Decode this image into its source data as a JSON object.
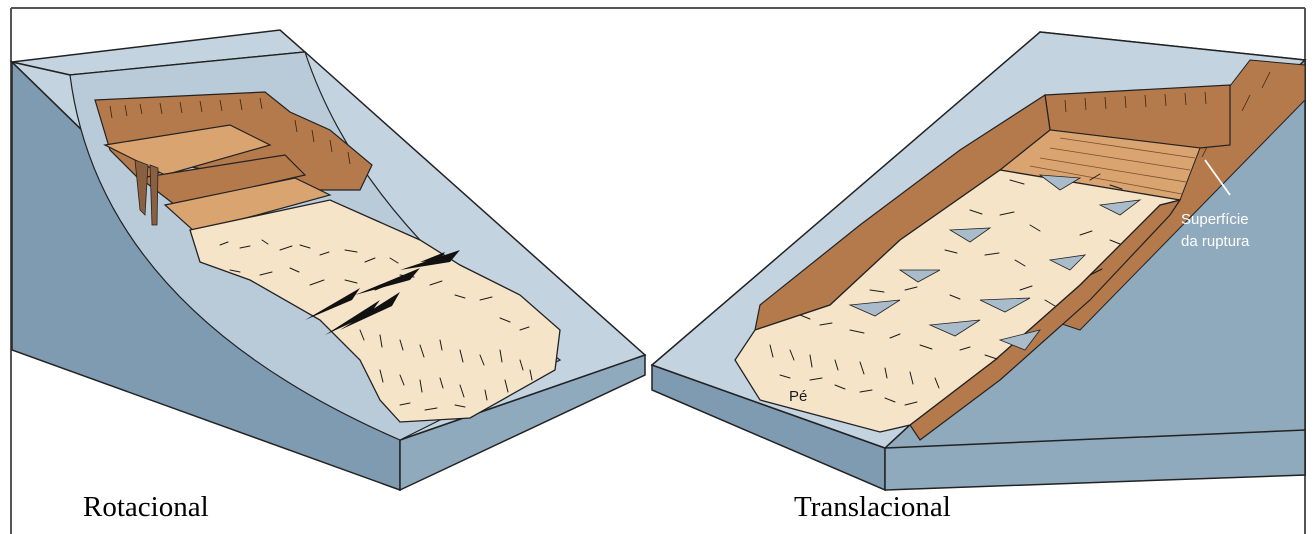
{
  "figure": {
    "left_caption": "Rotacional",
    "right_caption": "Translacional",
    "rupture_label_line1": "Superfície",
    "rupture_label_line2": "da ruptura",
    "toe_label": "Pé"
  },
  "colors": {
    "frame": "#555555",
    "slope_top": "#c3d3df",
    "slope_side": "#8fa9bd",
    "slope_dark": "#7694ab",
    "scarp_brown": "#b47a4c",
    "scarp_light": "#d9a46f",
    "debris": "#f6e4c8",
    "outline": "#1a1a1a"
  }
}
